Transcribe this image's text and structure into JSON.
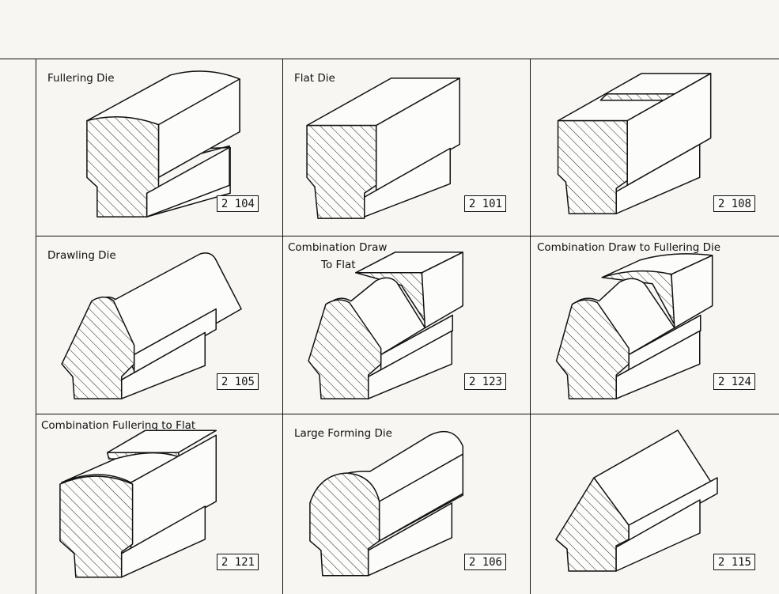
{
  "cells": [
    {
      "label": "Fullering Die",
      "label2": "",
      "code": "2 104"
    },
    {
      "label": "Flat Die",
      "label2": "",
      "code": "2 101"
    },
    {
      "label": "",
      "label2": "",
      "code": "2 108"
    },
    {
      "label": "Drawling Die",
      "label2": "",
      "code": "2 105"
    },
    {
      "label": "Combination Draw",
      "label2": "To Flat",
      "code": "2 123"
    },
    {
      "label": "Combination Draw to Fullering Die",
      "label2": "",
      "code": "2 124"
    },
    {
      "label": "Combination Fullering to Flat",
      "label2": "",
      "code": "2 121"
    },
    {
      "label": "Large Forming Die",
      "label2": "",
      "code": "2 106"
    },
    {
      "label": "",
      "label2": "",
      "code": "2 115"
    }
  ]
}
